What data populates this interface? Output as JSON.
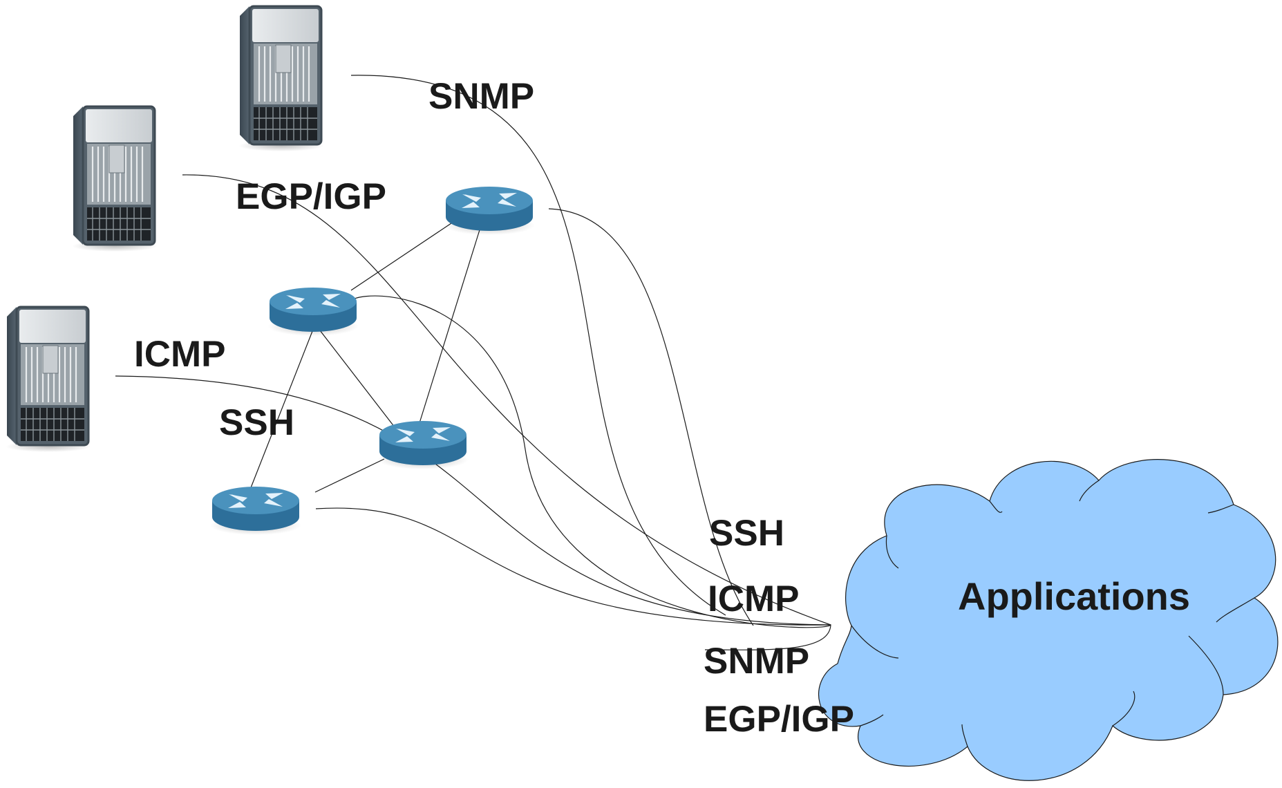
{
  "labels": {
    "snmp_top": "SNMP",
    "egp_top": "EGP/IGP",
    "icmp_left": "ICMP",
    "ssh_left": "SSH",
    "ssh_right": "SSH",
    "icmp_right": "ICMP",
    "snmp_right": "SNMP",
    "egp_right": "EGP/IGP"
  },
  "cloud": {
    "label": "Applications",
    "fill": "#99ccff",
    "stroke": "#1a1a1a"
  },
  "colors": {
    "router_top": "#4a92bd",
    "router_side": "#2d6f9a",
    "chassis_body": "#4a5a66",
    "line": "#1a1a1a"
  },
  "nodes": {
    "chassis": [
      "chassis-top",
      "chassis-middle",
      "chassis-bottom"
    ],
    "routers": [
      "router-a",
      "router-b",
      "router-c",
      "router-d"
    ]
  }
}
